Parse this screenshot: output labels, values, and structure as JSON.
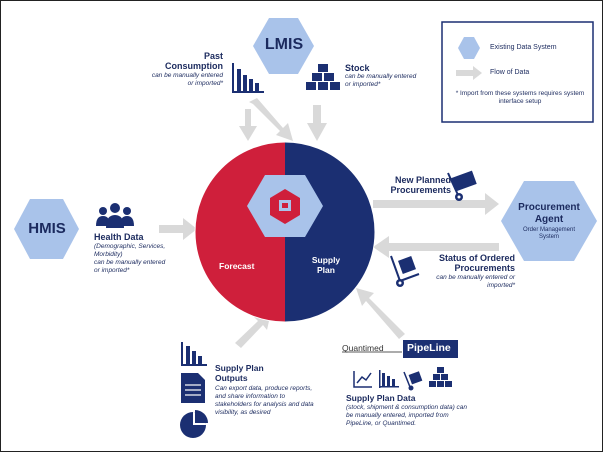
{
  "colors": {
    "hex_fill": "#a9c3ea",
    "navy": "#1b2f72",
    "red": "#cf1f3b",
    "arrow": "#d9d9d9",
    "text": "#1b2a5e"
  },
  "legend": {
    "existing": "Existing Data System",
    "flow": "Flow of Data",
    "note": "* Import from these systems requires system interface setup"
  },
  "nodes": {
    "lmis": "LMIS",
    "hmis": "HMIS",
    "procurement_title": "Procurement Agent",
    "procurement_sub": "Order Management System"
  },
  "past_consumption": {
    "title": "Past Consumption",
    "desc": "can be manually entered or imported*"
  },
  "stock": {
    "title": "Stock",
    "desc": "can be manually entered or imported*"
  },
  "health_data": {
    "title": "Health Data",
    "desc_italic": "(Demographic, Services, Morbidity)",
    "desc": "can be manually entered or imported*"
  },
  "new_planned": {
    "title": "New Planned Procurements"
  },
  "status_ordered": {
    "title": "Status of Ordered Procurements",
    "desc": "can be manually entered or imported*"
  },
  "circle": {
    "forecast": "Forecast",
    "supply_plan": "Supply Plan"
  },
  "outputs": {
    "title": "Supply Plan Outputs",
    "desc": "Can export data, produce reports, and share information to stakeholders for analysis and data visibility, as desired"
  },
  "supply_plan_data": {
    "title": "Supply Plan Data",
    "desc": "(stock, shipment & consumption data) can be manually entered, imported from PipeLine, or Quantimed."
  },
  "logos": {
    "quantimed": "Quantimed",
    "pipeline": "PipeLine"
  },
  "icons": [
    "bar-chart-icon",
    "stacked-bars-icon",
    "people-icon",
    "truck-icon",
    "hand-truck-icon",
    "line-chart-icon",
    "document-icon",
    "pie-chart-icon",
    "quantb-logo-icon"
  ]
}
